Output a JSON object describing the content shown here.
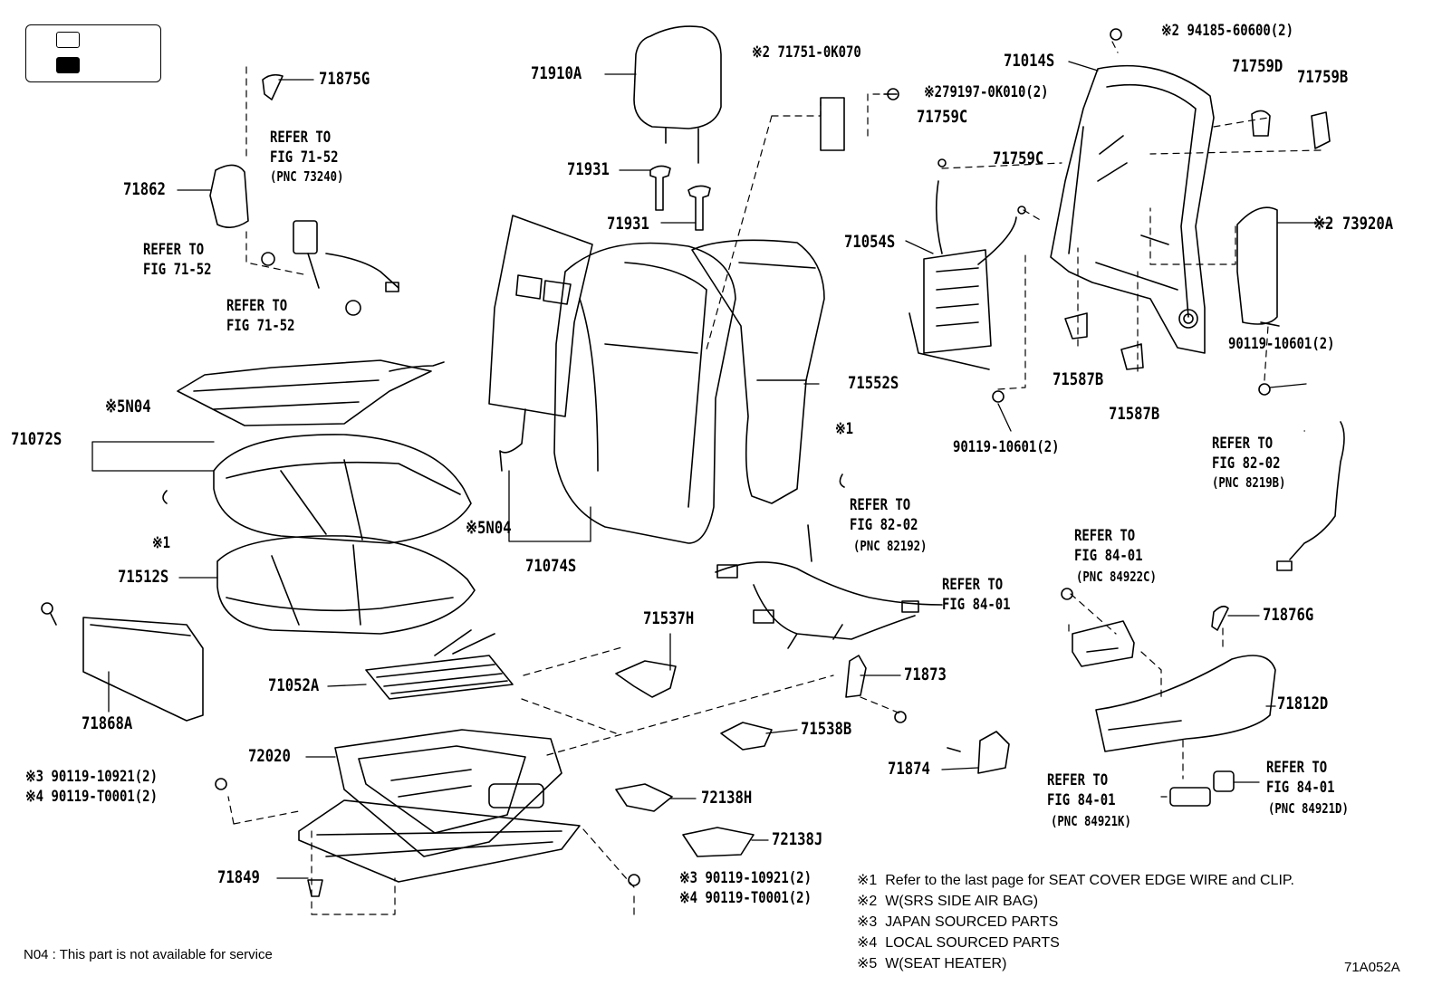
{
  "figure_code": "71A052A",
  "availability_note": "N04 : This part is not available for service",
  "parts": {
    "p71875G": "71875G",
    "p71862": "71862",
    "p71910A": "71910A",
    "p71931a": "71931",
    "p71931b": "71931",
    "p71751": "※2 71751-0K070",
    "p279197": "※279197-0K010(2)",
    "p94185": "※2 94185-60600(2)",
    "p71014S": "71014S",
    "p71759D": "71759D",
    "p71759B": "71759B",
    "p71759Ca": "71759C",
    "p71759Cb": "71759C",
    "p71054S": "71054S",
    "p73920A": "※2 73920A",
    "p90119_10601a": "90119-10601(2)",
    "p90119_10601b": "90119-10601(2)",
    "p71587Ba": "71587B",
    "p71587Bb": "71587B",
    "p71552S": "71552S",
    "p71072S": "71072S",
    "pN04a": "※5N04",
    "pN04b": "※5N04",
    "p71074S": "71074S",
    "p71512S": "71512S",
    "p71868A": "71868A",
    "p71052A": "71052A",
    "p72020": "72020",
    "p71537H": "71537H",
    "p71873": "71873",
    "p71538B": "71538B",
    "p71874": "71874",
    "p72138H": "72138H",
    "p72138J": "72138J",
    "p71849": "71849",
    "p71876G": "71876G",
    "p71812D": "71812D",
    "p90119_10921a": "※3 90119-10921(2)",
    "p90119_T0001a": "※4 90119-T0001(2)",
    "p90119_10921b": "※3 90119-10921(2)",
    "p90119_T0001b": "※4 90119-T0001(2)",
    "x1a": "※1",
    "x1b": "※1"
  },
  "refs": {
    "r1": [
      "REFER TO",
      "FIG 71-52",
      "(PNC 73240)"
    ],
    "r2": [
      "REFER TO",
      "FIG 71-52"
    ],
    "r3": [
      "REFER TO",
      "FIG 71-52"
    ],
    "r4": [
      "REFER TO",
      "FIG 82-02",
      "(PNC 82192)"
    ],
    "r5": [
      "REFER TO",
      "FIG 82-02",
      "(PNC 8219B)"
    ],
    "r6": [
      "REFER TO",
      "FIG 84-01",
      "(PNC 84922C)"
    ],
    "r7": [
      "REFER TO",
      "FIG 84-01"
    ],
    "r8": [
      "REFER TO",
      "FIG 84-01",
      "(PNC 84921K)"
    ],
    "r9": [
      "REFER TO",
      "FIG 84-01",
      "(PNC 84921D)"
    ]
  },
  "notes": [
    {
      "mark": "※1",
      "text": "Refer to the last page for SEAT COVER EDGE WIRE and CLIP."
    },
    {
      "mark": "※2",
      "text": "W(SRS SIDE AIR BAG)"
    },
    {
      "mark": "※3",
      "text": "JAPAN SOURCED PARTS"
    },
    {
      "mark": "※4",
      "text": "LOCAL SOURCED PARTS"
    },
    {
      "mark": "※5",
      "text": "W(SEAT HEATER)"
    }
  ]
}
